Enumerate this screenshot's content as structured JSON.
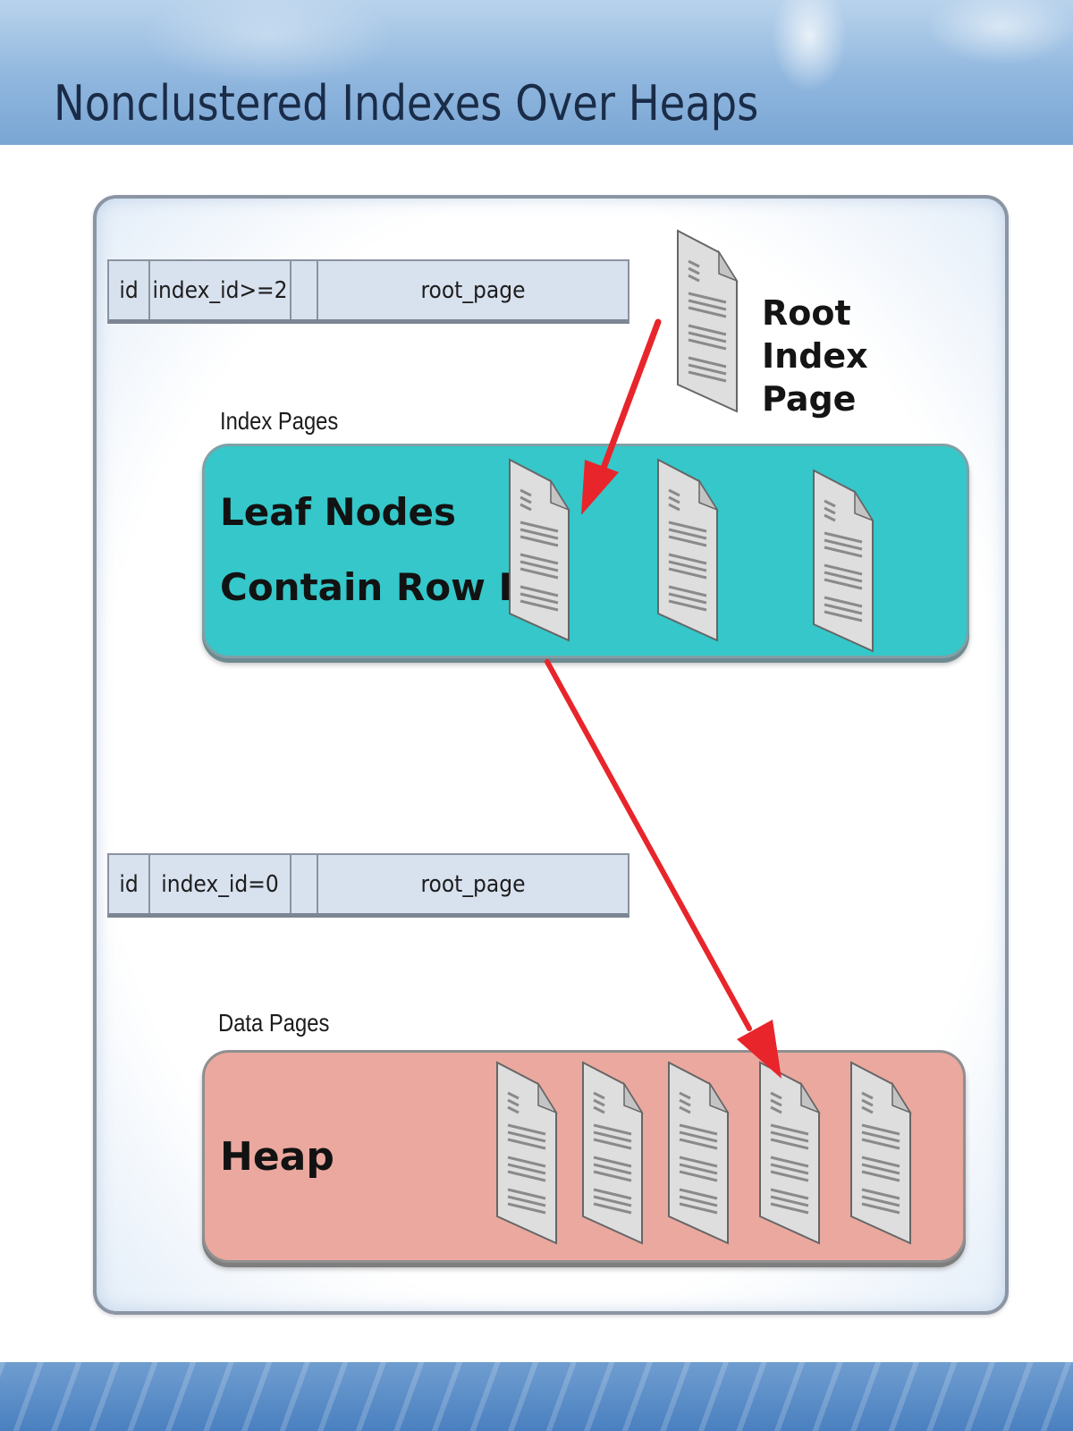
{
  "slide": {
    "title": "Nonclustered Indexes Over Heaps"
  },
  "index_entry": {
    "id": "id",
    "index_id": "index_id>=2",
    "root_page": "root_page"
  },
  "root_page_label": "Root Index Page",
  "index_pages": {
    "label": "Index Pages",
    "line1": "Leaf Nodes",
    "line2": "Contain Row IDs"
  },
  "heap_entry": {
    "id": "id",
    "index_id": "index_id=0",
    "root_page": "root_page"
  },
  "data_pages": {
    "label": "Data Pages",
    "name": "Heap"
  },
  "colors": {
    "index_band": "#35c7c9",
    "heap_band": "#eaa89f",
    "arrow": "#e8252b",
    "title_text": "#1a2c48"
  }
}
